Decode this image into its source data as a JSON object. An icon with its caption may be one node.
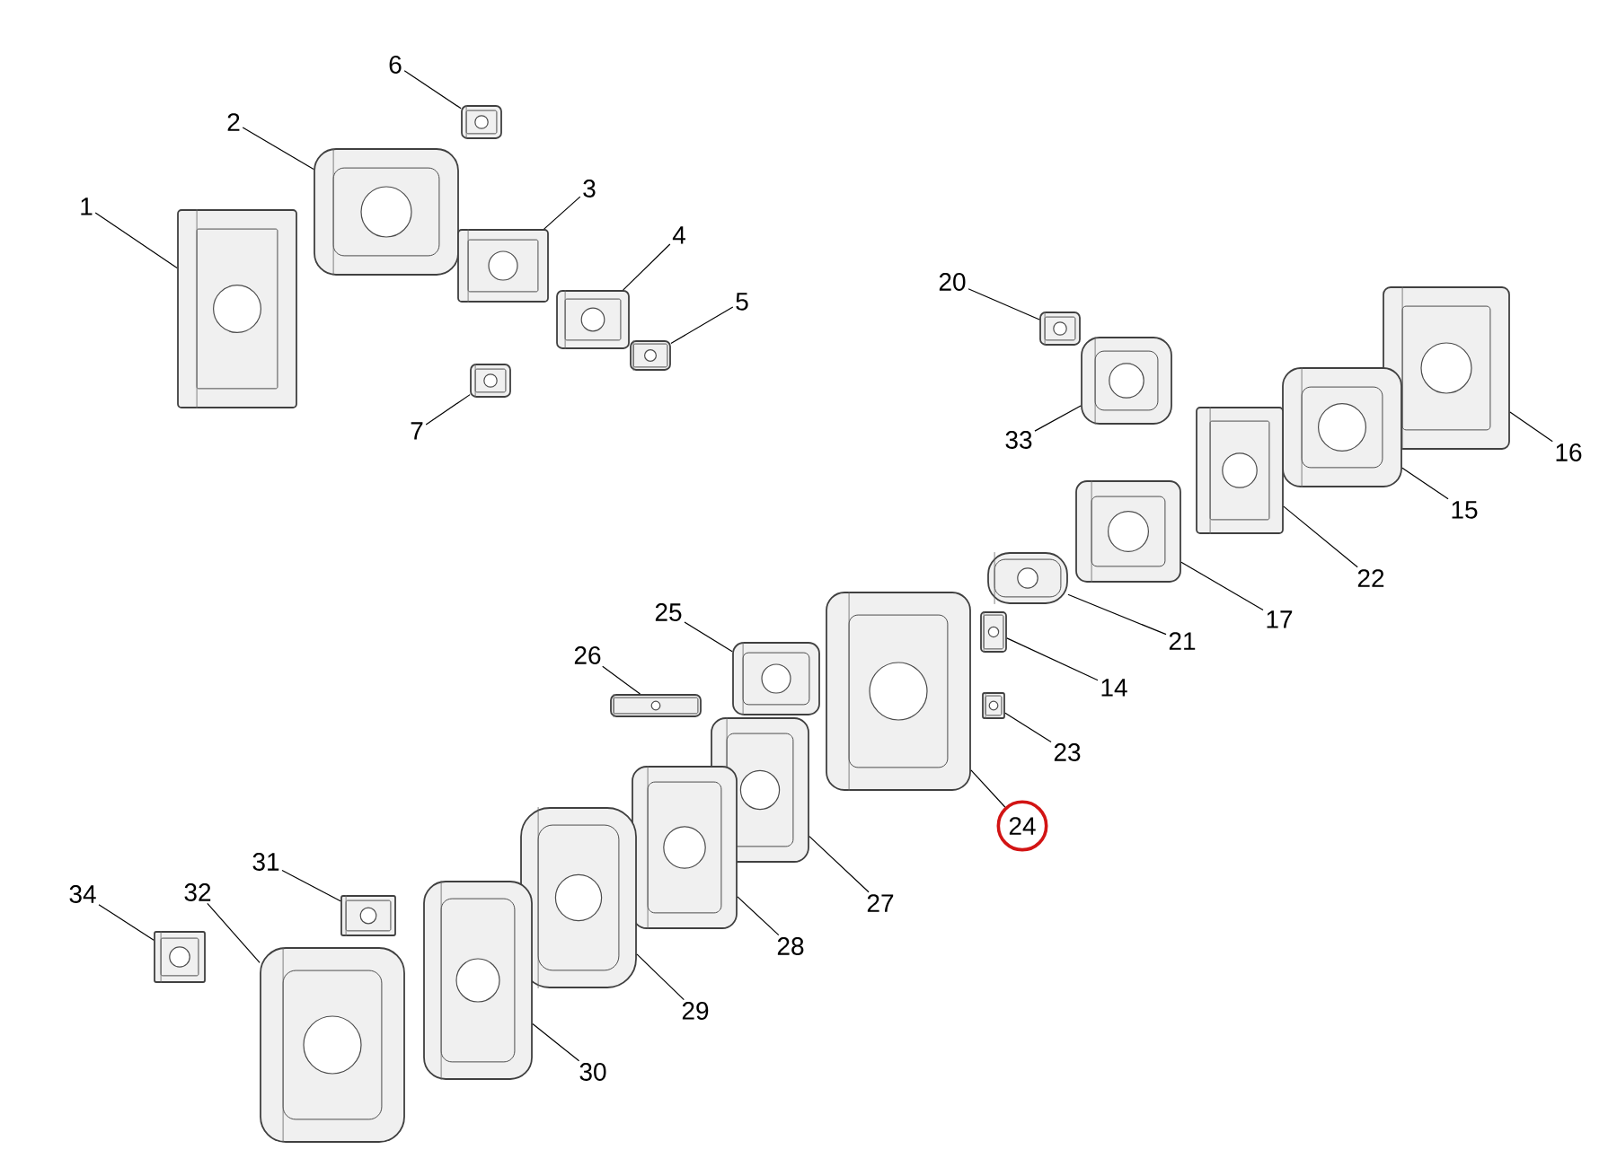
{
  "diagram": {
    "nodes": [
      {
        "text": [
          "6"
        ]
      },
      {
        "text": [],
        "shape": "picture"
      },
      {
        "text": [
          "2"
        ]
      },
      {
        "text": [],
        "shape": "picture"
      },
      {
        "text": [
          "1"
        ]
      },
      {
        "text": [],
        "shape": "picture"
      },
      {
        "text": [
          "3"
        ]
      },
      {
        "text": [],
        "shape": "picture"
      },
      {
        "text": [
          "4"
        ]
      },
      {
        "text": [],
        "shape": "picture"
      },
      {
        "text": [
          "5"
        ]
      },
      {
        "text": [],
        "shape": "picture"
      },
      {
        "text": [
          "7"
        ]
      },
      {
        "text": [],
        "shape": "picture"
      },
      {
        "text": [
          "20"
        ]
      },
      {
        "text": [],
        "shape": "picture"
      },
      {
        "text": [
          "16"
        ]
      },
      {
        "text": [],
        "shape": "picture"
      },
      {
        "text": [
          "33"
        ]
      },
      {
        "text": [],
        "shape": "picture"
      },
      {
        "text": [
          "15"
        ]
      },
      {
        "text": [],
        "shape": "picture"
      },
      {
        "text": [
          "22"
        ]
      },
      {
        "text": [],
        "shape": "picture"
      },
      {
        "text": [
          "17"
        ]
      },
      {
        "text": [],
        "shape": "picture"
      },
      {
        "text": [
          "21"
        ]
      },
      {
        "text": [],
        "shape": "picture"
      },
      {
        "text": [
          "14"
        ]
      },
      {
        "text": [],
        "shape": "picture"
      },
      {
        "text": [
          "23"
        ]
      },
      {
        "text": [],
        "shape": "picture"
      },
      {
        "text": [
          "25"
        ]
      },
      {
        "text": [],
        "shape": "picture"
      },
      {
        "text": [
          "26"
        ]
      },
      {
        "text": [],
        "shape": "picture"
      },
      {
        "text": [
          "24"
        ]
      },
      {
        "text": [],
        "shape": "picture"
      },
      {
        "text": [
          "27"
        ]
      },
      {
        "text": [],
        "shape": "picture"
      },
      {
        "text": [
          "28"
        ]
      },
      {
        "text": [],
        "shape": "picture"
      },
      {
        "text": [
          "29"
        ]
      },
      {
        "text": [],
        "shape": "picture"
      },
      {
        "text": [
          "31"
        ]
      },
      {
        "text": [],
        "shape": "picture"
      },
      {
        "text": [
          "34"
        ]
      },
      {
        "text": [],
        "shape": "picture"
      },
      {
        "text": [
          "32"
        ]
      },
      {
        "text": [],
        "shape": "picture"
      },
      {
        "text": [
          "30"
        ]
      },
      {
        "text": [],
        "shape": "picture"
      }
    ],
    "edges": [
      {
        "from": 0,
        "to": 1,
        "arrow": "none"
      },
      {
        "from": 2,
        "to": 3,
        "arrow": "none"
      },
      {
        "from": 4,
        "to": 5,
        "arrow": "none"
      },
      {
        "from": 6,
        "to": 7,
        "arrow": "none"
      },
      {
        "from": 8,
        "to": 9,
        "arrow": "none"
      },
      {
        "from": 10,
        "to": 11,
        "arrow": "none"
      },
      {
        "from": 12,
        "to": 13,
        "arrow": "none"
      },
      {
        "from": 14,
        "to": 15,
        "arrow": "none"
      },
      {
        "from": 16,
        "to": 17,
        "arrow": "none"
      },
      {
        "from": 18,
        "to": 19,
        "arrow": "none"
      },
      {
        "from": 20,
        "to": 21,
        "arrow": "none"
      },
      {
        "from": 22,
        "to": 23,
        "arrow": "none"
      },
      {
        "from": 24,
        "to": 25,
        "arrow": "none"
      },
      {
        "from": 26,
        "to": 27,
        "arrow": "none"
      },
      {
        "from": 28,
        "to": 29,
        "arrow": "none"
      },
      {
        "from": 30,
        "to": 31,
        "arrow": "none"
      },
      {
        "from": 32,
        "to": 33,
        "arrow": "none"
      },
      {
        "from": 34,
        "to": 35,
        "arrow": "none"
      },
      {
        "from": 36,
        "to": 37,
        "arrow": "none"
      },
      {
        "from": 38,
        "to": 39,
        "arrow": "none"
      },
      {
        "from": 40,
        "to": 41,
        "arrow": "none"
      },
      {
        "from": 42,
        "to": 43,
        "arrow": "none"
      },
      {
        "from": 44,
        "to": 45,
        "arrow": "none"
      },
      {
        "from": 46,
        "to": 47,
        "arrow": "none"
      },
      {
        "from": 48,
        "to": 49,
        "arrow": "none"
      },
      {
        "from": 50,
        "to": 51,
        "arrow": "none"
      }
    ]
  }
}
